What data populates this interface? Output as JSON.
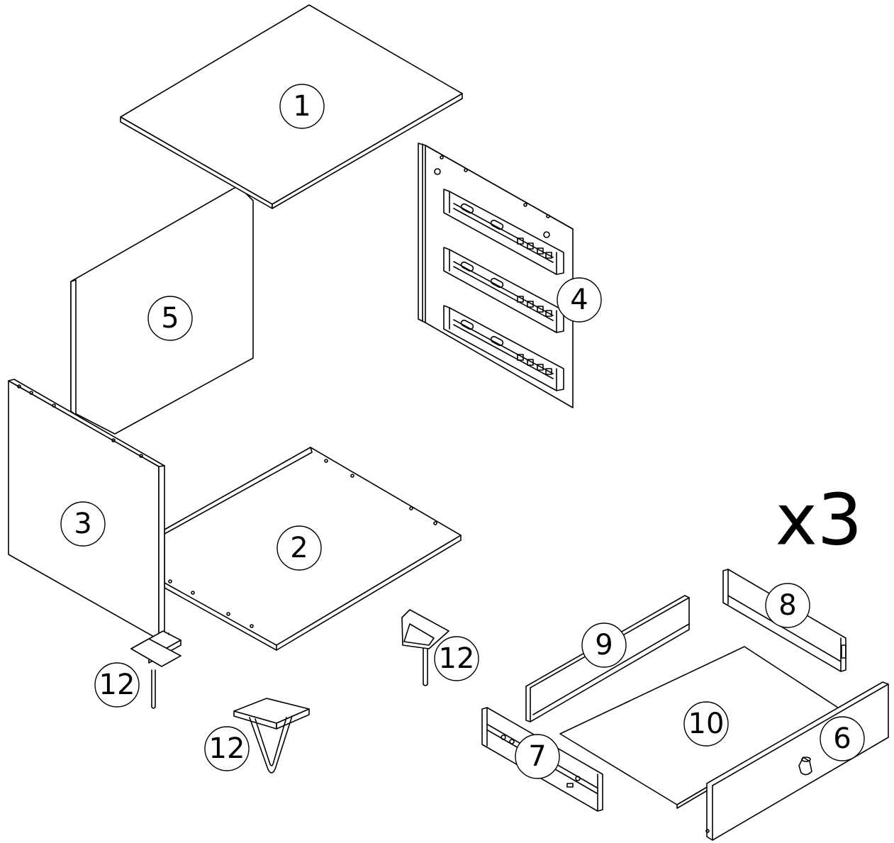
{
  "diagram": {
    "multiplier": "x3",
    "parts": [
      {
        "number": "1"
      },
      {
        "number": "2"
      },
      {
        "number": "3"
      },
      {
        "number": "4"
      },
      {
        "number": "5"
      },
      {
        "number": "6"
      },
      {
        "number": "7"
      },
      {
        "number": "8"
      },
      {
        "number": "9"
      },
      {
        "number": "10"
      },
      {
        "number": "12"
      },
      {
        "number": "12"
      },
      {
        "number": "12"
      }
    ]
  },
  "colors": {
    "line": "#000000",
    "panel": "#ffffff"
  }
}
